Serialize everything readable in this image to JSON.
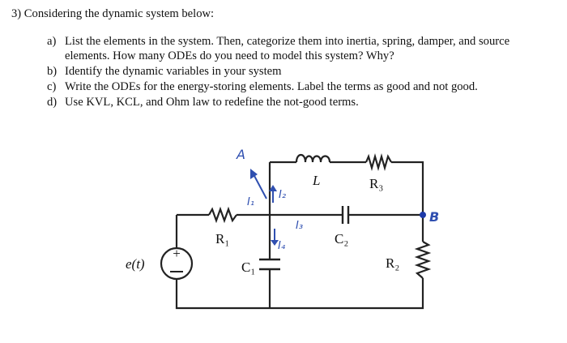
{
  "question": {
    "title": "3) Considering the dynamic system below:",
    "items": [
      {
        "label": "a)",
        "lines": [
          "List the elements in the system. Then, categorize them into inertia, spring, damper, and source",
          "elements. How many ODEs do you need to model this system? Why?"
        ]
      },
      {
        "label": "b)",
        "lines": [
          "Identify the dynamic variables in your system"
        ]
      },
      {
        "label": "c)",
        "lines": [
          "Write the ODEs for the energy-storing elements. Label the terms as good and not good."
        ]
      },
      {
        "label": "d)",
        "lines": [
          "Use KVL, KCL, and Ohm law to redefine the not-good terms."
        ]
      }
    ]
  },
  "circuit": {
    "source_label": "e(t)",
    "source_polarity": "+",
    "resistors": [
      "R₁",
      "R₂",
      "R₃"
    ],
    "capacitors": [
      "C₁",
      "C₂"
    ],
    "inductor": "L",
    "nodes": {
      "a": "A",
      "b": "B"
    },
    "currents": [
      "I₁",
      "I₂",
      "I₃",
      "I₄"
    ],
    "ink_color": "#2f4fb0",
    "node_color": "#1e3aa8"
  }
}
